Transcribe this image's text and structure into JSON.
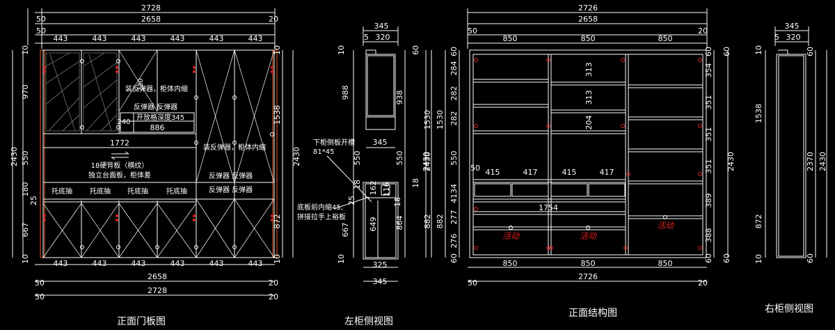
{
  "captions": {
    "front_door": "正面门板图",
    "left_side": "左柜侧视图",
    "front_structure": "正面结构图",
    "right_side": "右柜侧视图"
  },
  "front_door": {
    "top_total": "2728",
    "top_inner": "2658",
    "top_left_50": "50",
    "top_right_20": "20",
    "top_left_50b": "50",
    "cols": [
      "443",
      "443",
      "443",
      "443",
      "443",
      "443"
    ],
    "bottom_cols": [
      "443",
      "443",
      "443",
      "443",
      "443",
      "443"
    ],
    "bottom_inner": "2658",
    "bottom_total": "2728",
    "bottom_left_50": "50",
    "bottom_left_50b": "50",
    "bottom_right_20": "20",
    "bottom_right_20b": "20",
    "left_heights": [
      "10",
      "970",
      "550",
      "180",
      "25",
      "667",
      "10"
    ],
    "left_total": "2430",
    "right_heights": [
      "10",
      "1538",
      "872",
      "10"
    ],
    "right_total": "2430",
    "notes": {
      "n730": "730",
      "spring_shrink_1": "装反弹器，柜体内缩",
      "spring_pair_1": "反弹器  反弹器",
      "open_depth": "开放格深度345",
      "d240": "240",
      "d886": "886",
      "d1772": "1772",
      "spring_shrink_2": "装反弹器，柜体内缩",
      "back_board": "18硬背板（横纹）",
      "counter": "独立台面板，柜体差",
      "spring_pair_2": "反弹器  反弹器",
      "spring_pair_3": "反弹器  反弹器",
      "drawer": "托底抽"
    }
  },
  "left_side": {
    "top_345": "345",
    "top_5": "5",
    "top_320": "320",
    "h_10": "10",
    "h_988": "988",
    "h_938": "938",
    "h_60": "60",
    "h_1530": "1530",
    "mid_345": "345",
    "h_550": "550",
    "h_550b": "550",
    "h_2430": "2430",
    "h_18": "18",
    "h_25": "25",
    "h_18b": "18",
    "h_162": "162",
    "h_116": "116",
    "h_18c": "18",
    "h_649": "649",
    "h_667": "667",
    "h_864": "864",
    "h_882": "882",
    "h_10b": "10",
    "bot_325": "325",
    "bot_345": "345",
    "note_slot": "下柜侧板开槽",
    "note_slot_size": "81*45",
    "note_front": "底板前内缩45,",
    "note_handle": "拼接拉手上裕板"
  },
  "front_structure": {
    "top_total": "2726",
    "top_inner": "2658",
    "top_50": "50",
    "top_20": "20",
    "cols": [
      "850",
      "850",
      "850"
    ],
    "bottom_cols": [
      "850",
      "850",
      "850"
    ],
    "bottom_total": "2726",
    "bottom_50": "50",
    "bottom_20": "20",
    "left_heights": [
      "60",
      "284",
      "282",
      "282",
      "550",
      "50",
      "4134",
      "277",
      "276",
      "60"
    ],
    "left_1530": "1530",
    "left_882": "882",
    "left_2430": "2430",
    "right_heights": [
      "60",
      "354",
      "351",
      "351",
      "351",
      "389",
      "388",
      "60"
    ],
    "right_2430": "2430",
    "mid_313a": "313",
    "mid_313b": "313",
    "mid_204": "204",
    "shelf_cols": [
      "415",
      "417",
      "415",
      "417"
    ],
    "d1754": "1754",
    "movable": "活动"
  },
  "right_side": {
    "top_345": "345",
    "top_5": "5",
    "top_320": "320",
    "h_10": "10",
    "h_1538": "1538",
    "h_872": "872",
    "h_10b": "10",
    "h_60": "60",
    "h_2430": "2430",
    "h_2370": "2370",
    "h_60b": "60"
  }
}
